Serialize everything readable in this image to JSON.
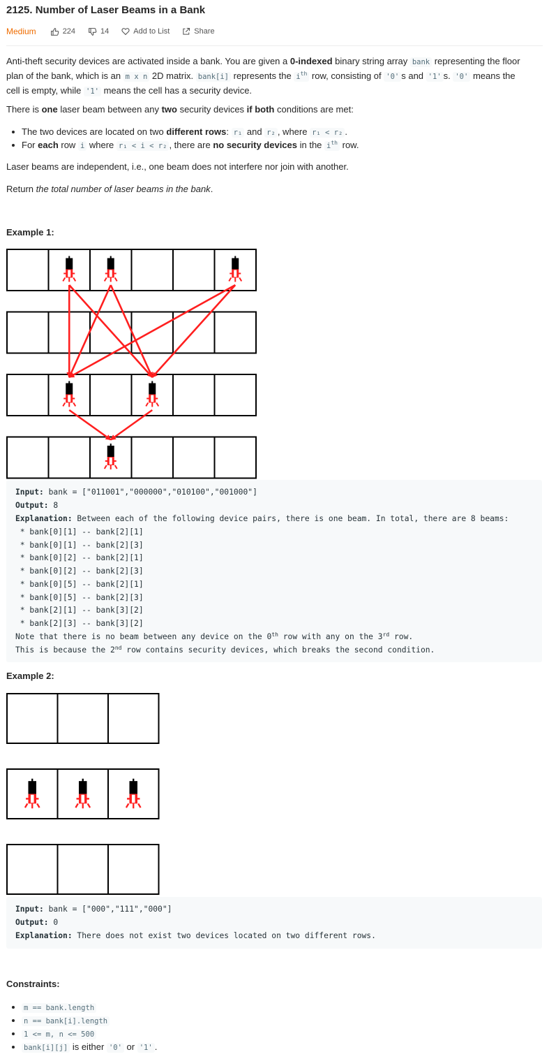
{
  "header": {
    "title": "2125. Number of Laser Beams in a Bank",
    "difficulty": "Medium",
    "likes": "224",
    "dislikes": "14",
    "add_to_list": "Add to List",
    "share": "Share"
  },
  "description": {
    "p1": {
      "t1": "Anti-theft security devices are activated inside a bank. You are given a ",
      "b1": "0-indexed",
      "t2": " binary string array ",
      "c1": "bank",
      "t3": " representing the floor",
      "t4": "plan of the bank, which is an ",
      "c2": "m x n",
      "t5": " 2D matrix. ",
      "c3": "bank[i]",
      "t6": " represents the ",
      "c4": "i",
      "c4sup": "th",
      "t7": " row, consisting of ",
      "c5": "'0'",
      "t8": "s and ",
      "c6": "'1'",
      "t9": "s. ",
      "c7": "'0'",
      "t10": " means the",
      "t11": "cell is empty, while ",
      "c8": "'1'",
      "t12": " means the cell has a security device."
    },
    "p2": {
      "t1": "There is ",
      "b1": "one",
      "t2": " laser beam between any ",
      "b2": "two",
      "t3": " security devices ",
      "b3": "if both",
      "t4": " conditions are met:"
    },
    "bullet1": {
      "t1": "The two devices are located on two ",
      "b1": "different rows",
      "t2": ": ",
      "c1": "r₁",
      "t3": " and ",
      "c2": "r₂",
      "t4": ", where ",
      "c3": "r₁ < r₂",
      "t5": "."
    },
    "bullet2": {
      "t1": "For ",
      "b1": "each",
      "t2": " row ",
      "c1": "i",
      "t3": " where ",
      "c2": "r₁ < i < r₂",
      "t4": ", there are ",
      "b2": "no security devices",
      "t5": " in the ",
      "c3": "i",
      "c3sup": "th",
      "t6": " row."
    },
    "p3": "Laser beams are independent, i.e., one beam does not interfere nor join with another.",
    "p4": {
      "t1": "Return ",
      "i1": "the total number of laser beams in the bank",
      "t2": "."
    }
  },
  "example1": {
    "heading": "Example 1:",
    "grid": [
      "011001",
      "000000",
      "010100",
      "001000"
    ],
    "input_label": "Input:",
    "input_value": " bank = [\"011001\",\"000000\",\"010100\",\"001000\"]",
    "output_label": "Output:",
    "output_value": " 8",
    "explanation_label": "Explanation:",
    "explanation_value": " Between each of the following device pairs, there is one beam. In total, there are 8 beams:",
    "pairs": [
      " * bank[0][1] -- bank[2][1]",
      " * bank[0][1] -- bank[2][3]",
      " * bank[0][2] -- bank[2][1]",
      " * bank[0][2] -- bank[2][3]",
      " * bank[0][5] -- bank[2][1]",
      " * bank[0][5] -- bank[2][3]",
      " * bank[2][1] -- bank[3][2]",
      " * bank[2][3] -- bank[3][2]"
    ],
    "note1_a": "Note that there is no beam between any device on the 0",
    "note1_sup1": "th",
    "note1_b": " row with any on the 3",
    "note1_sup2": "rd",
    "note1_c": " row.",
    "note2_a": "This is because the 2",
    "note2_sup": "nd",
    "note2_b": " row contains security devices, which breaks the second condition."
  },
  "example2": {
    "heading": "Example 2:",
    "grid": [
      "000",
      "111",
      "000"
    ],
    "input_label": "Input:",
    "input_value": " bank = [\"000\",\"111\",\"000\"]",
    "output_label": "Output:",
    "output_value": " 0",
    "explanation_label": "Explanation:",
    "explanation_value": " There does not exist two devices located on two different rows."
  },
  "constraints": {
    "heading": "Constraints:",
    "items": [
      "m == bank.length",
      "n == bank[i].length",
      "1 <= m, n <= 500"
    ],
    "last_code": "bank[i][j]",
    "last_t1": " is either ",
    "last_c1": "'0'",
    "last_t2": " or ",
    "last_c2": "'1'",
    "last_t3": "."
  },
  "colors": {
    "accent": "#ef6c00",
    "laser": "#ff1f1f",
    "code_bg": "#f7f9fa"
  },
  "icons": [
    "thumbs-up-icon",
    "thumbs-down-icon",
    "heart-icon",
    "share-icon",
    "security-device-icon"
  ]
}
